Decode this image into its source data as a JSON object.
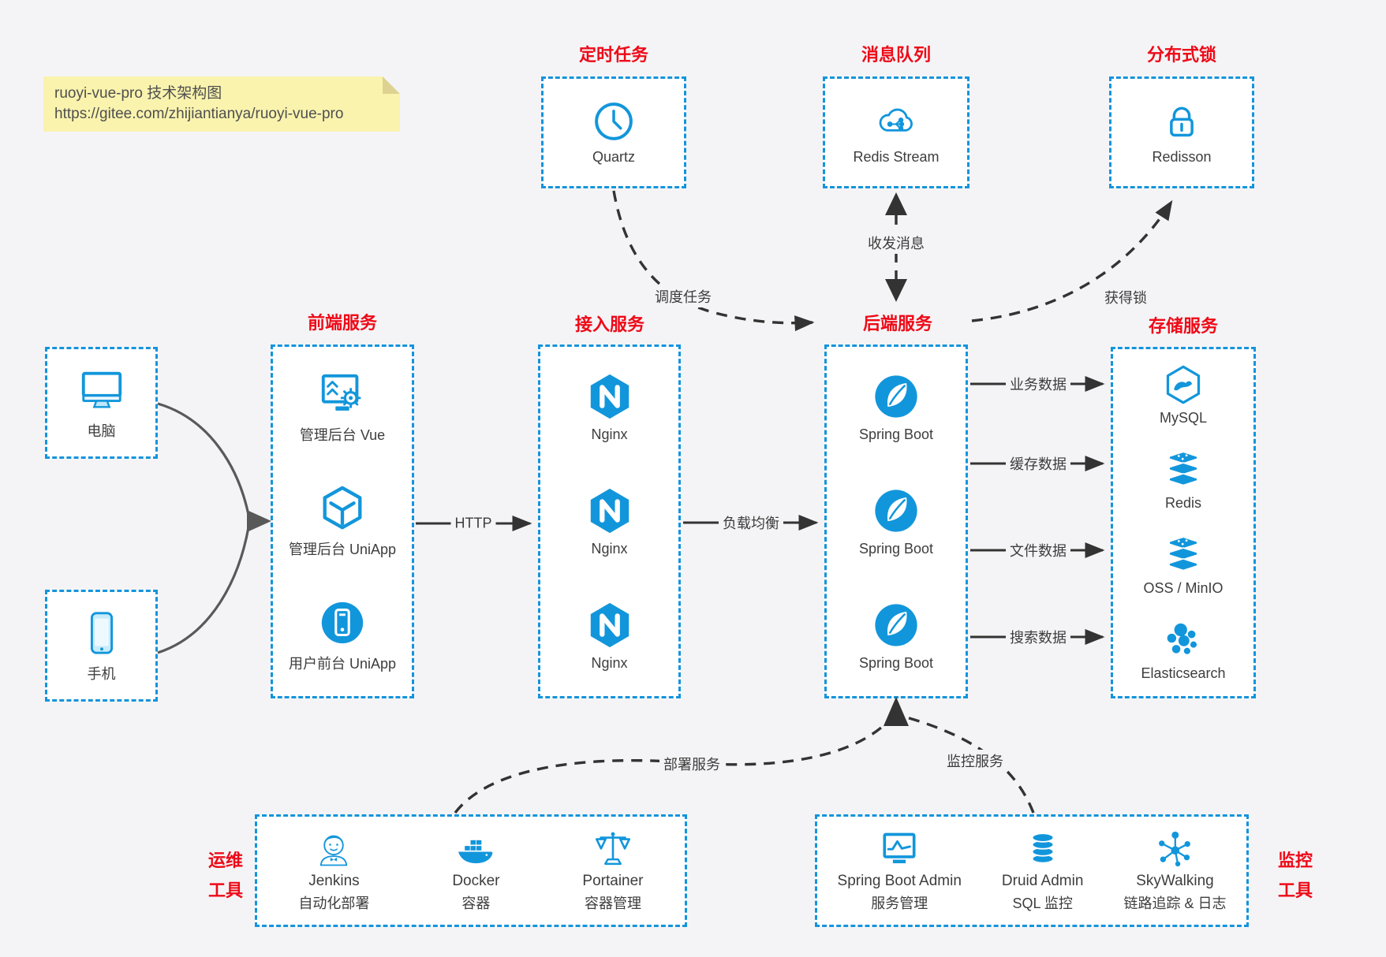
{
  "note": {
    "title": "ruoyi-vue-pro 技术架构图",
    "url": "https://gitee.com/zhijiantianya/ruoyi-vue-pro"
  },
  "top_groups": {
    "scheduler": {
      "title": "定时任务",
      "item": {
        "label": "Quartz",
        "icon": "clock-icon"
      }
    },
    "mq": {
      "title": "消息队列",
      "item": {
        "label": "Redis Stream",
        "icon": "cloud-stream-icon"
      }
    },
    "lock": {
      "title": "分布式锁",
      "item": {
        "label": "Redisson",
        "icon": "lock-icon"
      }
    }
  },
  "clients": {
    "pc": {
      "label": "电脑",
      "icon": "desktop-icon"
    },
    "mobile": {
      "label": "手机",
      "icon": "phone-icon"
    }
  },
  "columns": {
    "frontend": {
      "title": "前端服务",
      "items": [
        {
          "label": "管理后台 Vue",
          "icon": "admin-vue-icon"
        },
        {
          "label": "管理后台 UniApp",
          "icon": "uniapp-cube-icon"
        },
        {
          "label": "用户前台 UniApp",
          "icon": "user-app-icon"
        }
      ]
    },
    "gateway": {
      "title": "接入服务",
      "items": [
        {
          "label": "Nginx",
          "icon": "nginx-icon"
        },
        {
          "label": "Nginx",
          "icon": "nginx-icon"
        },
        {
          "label": "Nginx",
          "icon": "nginx-icon"
        }
      ]
    },
    "backend": {
      "title": "后端服务",
      "items": [
        {
          "label": "Spring Boot",
          "icon": "spring-boot-icon"
        },
        {
          "label": "Spring Boot",
          "icon": "spring-boot-icon"
        },
        {
          "label": "Spring Boot",
          "icon": "spring-boot-icon"
        }
      ]
    },
    "storage": {
      "title": "存储服务",
      "items": [
        {
          "label": "MySQL",
          "icon": "mysql-icon"
        },
        {
          "label": "Redis",
          "icon": "redis-icon"
        },
        {
          "label": "OSS / MinIO",
          "icon": "oss-icon"
        },
        {
          "label": "Elasticsearch",
          "icon": "elasticsearch-icon"
        }
      ]
    }
  },
  "bottom_groups": {
    "devops": {
      "title_lines": [
        "运维",
        "工具"
      ],
      "items": [
        {
          "name": "Jenkins",
          "desc": "自动化部署",
          "icon": "jenkins-icon"
        },
        {
          "name": "Docker",
          "desc": "容器",
          "icon": "docker-icon"
        },
        {
          "name": "Portainer",
          "desc": "容器管理",
          "icon": "portainer-icon"
        }
      ]
    },
    "monitoring": {
      "title_lines": [
        "监控",
        "工具"
      ],
      "items": [
        {
          "name": "Spring Boot Admin",
          "desc": "服务管理",
          "icon": "admin-monitor-icon"
        },
        {
          "name": "Druid Admin",
          "desc": "SQL 监控",
          "icon": "druid-db-icon"
        },
        {
          "name": "SkyWalking",
          "desc": "链路追踪 & 日志",
          "icon": "skywalking-icon"
        }
      ]
    }
  },
  "edges": {
    "http": "HTTP",
    "load_balance": "负载均衡",
    "schedule_task": "调度任务",
    "send_receive_msg": "收发消息",
    "acquire_lock": "获得锁",
    "business_data": "业务数据",
    "cache_data": "缓存数据",
    "file_data": "文件数据",
    "search_data": "搜索数据",
    "deploy_service": "部署服务",
    "monitor_service": "监控服务"
  },
  "colors": {
    "accent_blue": "#1296db",
    "title_red": "#ee0a18",
    "arrow_dark": "#333333",
    "client_arrow_gray": "#595959",
    "note_bg": "#f9f3ae",
    "canvas_bg": "#f4f4f6"
  }
}
